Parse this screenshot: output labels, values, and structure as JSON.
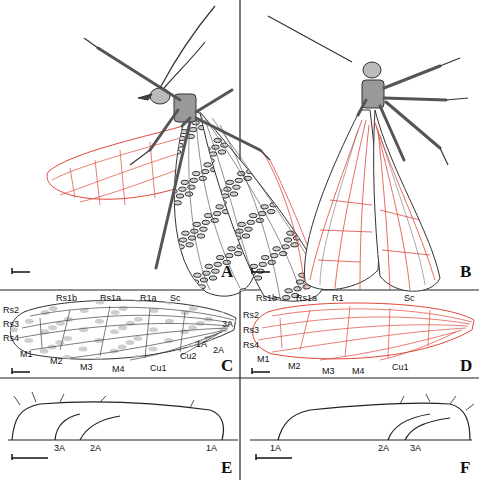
{
  "diagram": {
    "labels": [
      "A",
      "B",
      "Rs1b",
      "Rs1a",
      "R1a",
      "Sc",
      "Rs2",
      "Rs3",
      "Rs4",
      "M1",
      "M2",
      "M3",
      "M4",
      "Cu1",
      "Cu2",
      "1A",
      "2A",
      "3A",
      "C",
      "Rs1b",
      "Rs1a",
      "R1",
      "Sc",
      "Rs2",
      "Rs3",
      "Rs4",
      "M1",
      "M2",
      "M3",
      "M4",
      "Cu1",
      "D",
      "3A",
      "2A",
      "1A",
      "E",
      "1A",
      "2A",
      "3A",
      "F"
    ]
  }
}
